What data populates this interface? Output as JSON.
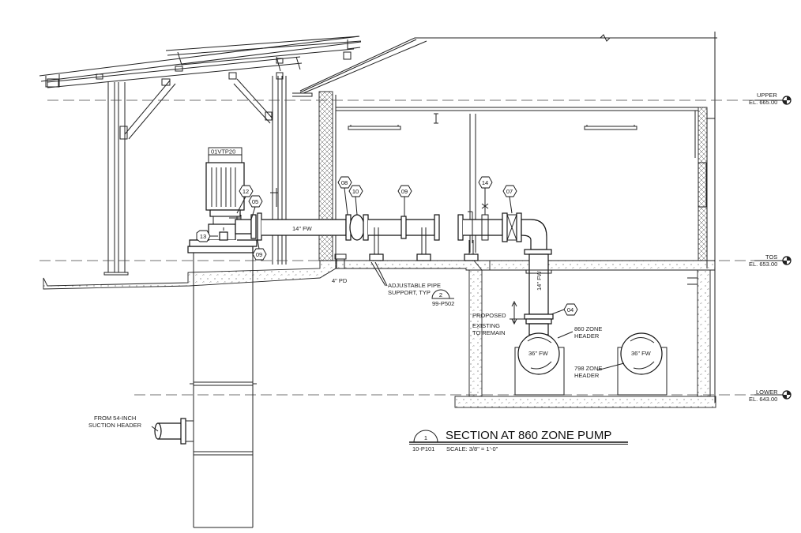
{
  "drawing": {
    "title": "SECTION AT 860 ZONE PUMP",
    "section_number": "1",
    "section_sheet": "10-P101",
    "scale": "SCALE: 3/8\" = 1'-0\"",
    "pump_tag": "01VTP20"
  },
  "elevations": [
    {
      "id": "upper",
      "name": "UPPER",
      "value": "EL. 665.00"
    },
    {
      "id": "tos",
      "name": "TOS",
      "value": "EL. 653.00"
    },
    {
      "id": "lower",
      "name": "LOWER",
      "value": "EL. 643.00"
    }
  ],
  "callouts": [
    "13",
    "12",
    "05",
    "09",
    "08",
    "10",
    "09",
    "14",
    "07",
    "04"
  ],
  "labels": {
    "pipe_14fw_horizontal": "14\" FW",
    "pipe_14fw_vertical": "14\" FW",
    "pipe_4pd": "4\" PD",
    "adjustable_support": [
      "ADJUSTABLE PIPE",
      "SUPPORT, TYP"
    ],
    "detail_number": "2",
    "detail_sheet": "99-P502",
    "proposed": "PROPOSED",
    "existing": [
      "EXISTING",
      "TO REMAIN"
    ],
    "header_860": [
      "860 ZONE",
      "HEADER"
    ],
    "header_798": [
      "798 ZONE",
      "HEADER"
    ],
    "pipe_36fw_a": "36\" FW",
    "pipe_36fw_b": "36\" FW",
    "suction": [
      "FROM 54-INCH",
      "SUCTION HEADER"
    ]
  }
}
